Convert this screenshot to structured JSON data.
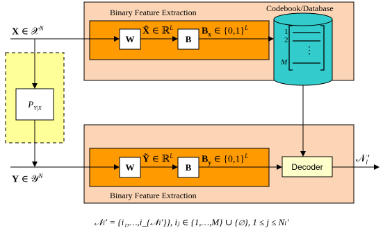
{
  "top_block": {
    "title": "Binary Feature Extraction"
  },
  "bottom_block": {
    "title": "Binary Feature Extraction"
  },
  "codebook": {
    "title": "Codebook/Database",
    "row_1": "1",
    "row_2": "2",
    "row_m": "M",
    "dots": "⋮"
  },
  "blocks": {
    "w_top": "W",
    "b_top": "B",
    "w_bottom": "W",
    "b_bottom": "B",
    "channel_p": "P",
    "channel_sub": "Y|X",
    "decoder": "Decoder"
  },
  "signals": {
    "x_in_bold": "X",
    "x_in_rest": " ∈ 𝒳",
    "x_in_sup": "N",
    "y_in_bold": "Y",
    "y_in_rest": " ∈ 𝒴",
    "y_in_sup": "N",
    "x_tilde": "X̃",
    "x_tilde_rest": " ∈ ℝ",
    "x_tilde_sup": "L",
    "y_tilde": "Ỹ",
    "y_tilde_rest": " ∈ ℝ",
    "y_tilde_sup": "L",
    "bx_bold": "B",
    "bx_sub": "x",
    "bx_rest": " ∈ {0,1}",
    "bx_sup": "L",
    "by_bold": "B",
    "by_sub": "y",
    "by_rest": " ∈ {0,1}",
    "by_sup": "L",
    "out_n": "𝒩",
    "out_sub": "l",
    "out_prime": "′"
  },
  "formula": "𝒩ₗ′ = {i₁,…,i_{𝒩ₗ′}}, iⱼ ∈ {1,…,M} ∪ {∅}, 1 ≤ j ≤ Nₗ′",
  "colors": {
    "peach_block": "#fbd5b5",
    "orange_block": "#ff9a00",
    "channel_bg": "#ffff99",
    "decoder_bg": "#ffffcc",
    "codebook_fill": "#33cccc",
    "line": "#000000"
  }
}
